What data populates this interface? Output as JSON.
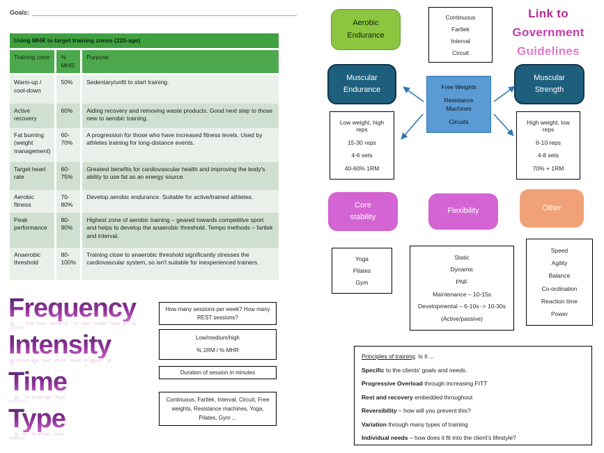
{
  "goals": {
    "label": "Goals:"
  },
  "table": {
    "title": "Using MHR to target training zones (220-age)",
    "headers": [
      "Training zone",
      "% MHR",
      "Purpose"
    ],
    "rows": [
      {
        "zone": "Warm-up / cool-down",
        "mhr": "50%",
        "purpose": "Sedentary/unfit to start training."
      },
      {
        "zone": "Active recovery",
        "mhr": "60%",
        "purpose": "Aiding recovery and removing waste products. Good next step to those new to aerobic training."
      },
      {
        "zone": "Fat burning (weight management)",
        "mhr": "60-70%",
        "purpose": "A progression for those who have increased fitness levels. Used by athletes training for long-distance events."
      },
      {
        "zone": "Target heart rate",
        "mhr": "60-75%",
        "purpose": "Greatest benefits for cardiovascular health and improving the body's ability to use fat as an energy source."
      },
      {
        "zone": "Aerobic fitness",
        "mhr": "70-80%",
        "purpose": "Develop aerobic endurance. Suitable for active/trained athletes."
      },
      {
        "zone": "Peak performance",
        "mhr": "80-90%",
        "purpose": "Highest zone of aerobic training – geared towards competitive sport and helps to develop the anaerobic threshold. Tempo methods – fartlek and interval."
      },
      {
        "zone": "Anaerobic threshold",
        "mhr": "80-100%",
        "purpose": "Training close to anaerobic threshold significantly stresses the cardiovascular system, so isn't suitable for inexperienced trainers."
      }
    ]
  },
  "fitt": {
    "words": [
      "Frequency",
      "Intensity",
      "Time",
      "Type"
    ],
    "boxes": {
      "frequency": "How many sessions per week? How many REST sessions?",
      "intensity_lines": [
        "Low/medium/high",
        "% 1RM / % MHR"
      ],
      "time": "Duration of session in minutes",
      "type": "Continuous, Fartlek, Interval, Circuit, Free weights, Resistance machines, Yoga, Pilates, Gym ..."
    }
  },
  "diagram": {
    "link_lines": [
      "Link to",
      "Government",
      "Guidelines"
    ],
    "aerobic_endurance": "Aerobic Endurance",
    "continuous_lines": [
      "Continuous",
      "Fartlek",
      "Interval",
      "Circuit"
    ],
    "muscular_endurance": "Muscular Endurance",
    "muscular_strength": "Muscular Strength",
    "weights_lines": [
      "Free Weights",
      "Resistance",
      "Machines",
      "Circuits"
    ],
    "low_weight_lines": [
      "Low weight, high reps",
      "15-30 reps",
      "4-6 sets",
      "40-60% 1RM"
    ],
    "high_weight_lines": [
      "High weight, low reps",
      "6-10 reps",
      "4-8 sets",
      "70% + 1RM"
    ],
    "core_stability": "Core stability",
    "flexibility": "Flexibility",
    "other": "Other",
    "yoga_lines": [
      "Yoga",
      "Pilates",
      "Gym"
    ],
    "flex_detail_lines": [
      "Static",
      "Dynamic",
      "PNF",
      "Maintenance – 10-15s",
      "Developmental – 6-10s -> 10-30s",
      "(Active/passive)"
    ],
    "other_detail_lines": [
      "Speed",
      "Agility",
      "Balance",
      "Co-ordination",
      "Reaction time",
      "Power"
    ]
  },
  "principles": {
    "title_lead": "Principles of training",
    "title_rest": ": Is it ...",
    "items": [
      {
        "lead": "Specific",
        "rest": " to the clients' goals and needs."
      },
      {
        "lead": "Progressive Overload",
        "rest": " through increasing FITT"
      },
      {
        "lead": "Rest and recovery",
        "rest": " embedded throughout"
      },
      {
        "lead": "Reversibility",
        "rest": " – how will you prevent this?"
      },
      {
        "lead": "Variation",
        "rest": " through many types of training"
      },
      {
        "lead": "Individual needs",
        "rest": " – how does it fit into the client's lifestyle?"
      }
    ]
  },
  "colors": {
    "table_title_green": "#3fa13f",
    "table_header_green": "#4da84d",
    "row_light": "#e9efe9",
    "row_green": "#cfe0d0",
    "aerobic_green": "#8cc540",
    "muscular_teal": "#1e5f7e",
    "center_blue": "#5b9bd5",
    "pink_magenta": "#d463d4",
    "orange_salmon": "#f0a177",
    "wordart_purple_top": "#53276e",
    "wordart_purple_bottom": "#cb63c8",
    "link_magenta": "#c73fae",
    "arrow_blue": "#2e75b6"
  }
}
